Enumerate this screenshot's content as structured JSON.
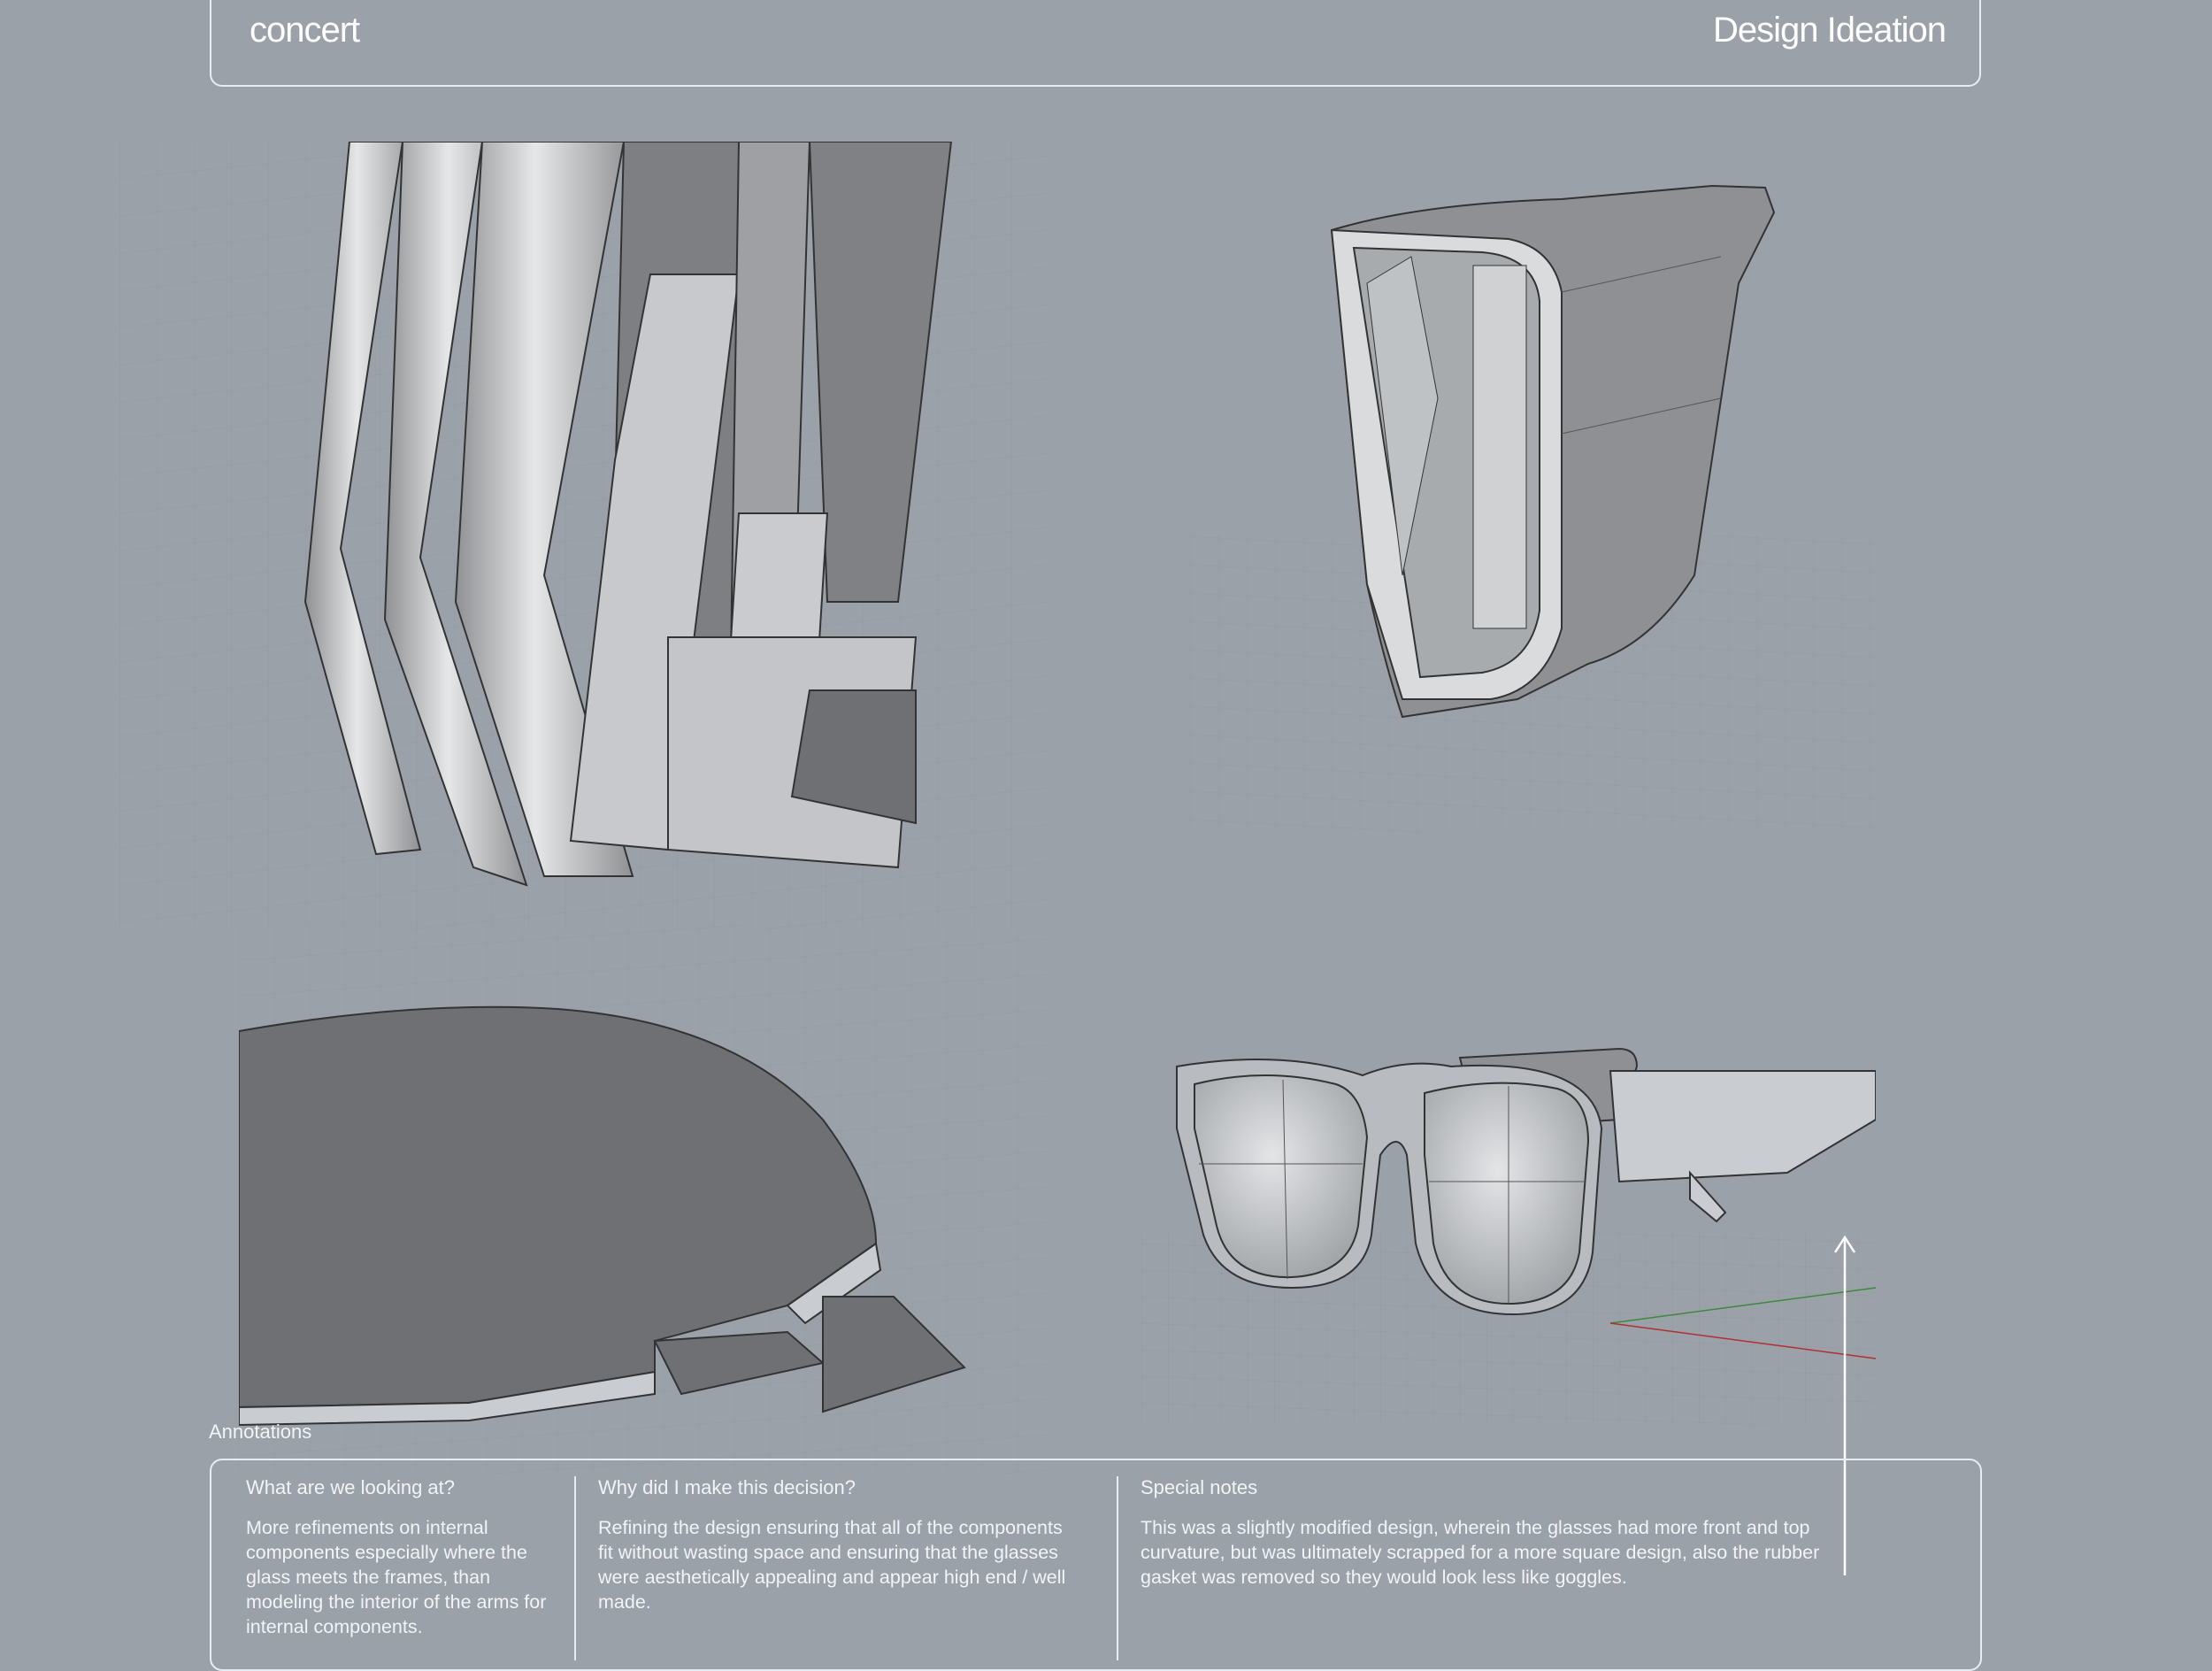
{
  "header": {
    "project": "concert",
    "section": "Design Ideation"
  },
  "annotations": {
    "label": "Annotations",
    "columns": [
      {
        "heading": "What are we looking at?",
        "body": "More refinements on internal components especially where the glass meets the frames, than modeling the interior of the arms for internal components."
      },
      {
        "heading": "Why did I make this decision?",
        "body": "Refining the design ensuring that all of the components fit without wasting space and ensuring that the glasses were aesthetically appealing and appear high end / well made."
      },
      {
        "heading": "Special notes",
        "body": "This was a slightly modified design, wherein the glasses had more front and top curvature, but was ultimately scrapped for a more square design, also the rubber gasket was removed so they would look less like goggles."
      }
    ]
  },
  "colors": {
    "background": "#9ba1a9",
    "frame_line": "#e9ecf0",
    "surface_light": "#c9cdd1",
    "surface_dark": "#6f7073"
  }
}
